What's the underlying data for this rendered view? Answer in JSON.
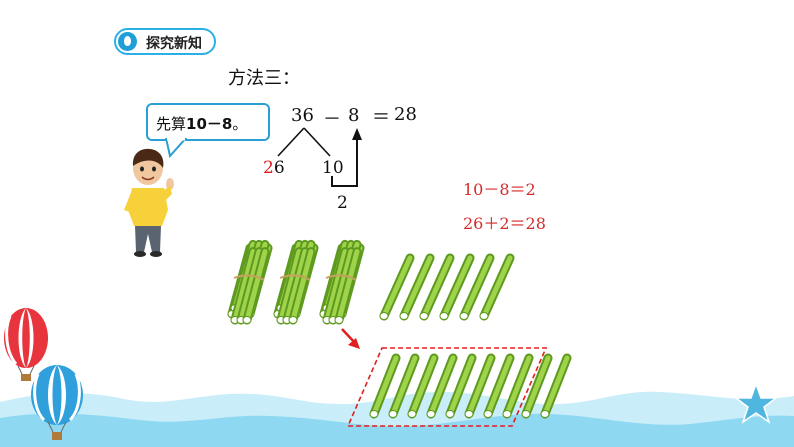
{
  "header": {
    "badge_label": "探究新知"
  },
  "method": {
    "title": "方法三："
  },
  "bubble": {
    "prefix": "先算",
    "expr": "10－8",
    "suffix": "。"
  },
  "equation": {
    "a": "36",
    "op": "－",
    "b": "8",
    "eq": "＝",
    "result": "28"
  },
  "split": {
    "tens_digit": "2",
    "ones_digit": "6",
    "ten": "10",
    "diff": "2"
  },
  "steps": {
    "step1": "10－8＝2",
    "step2": "26＋2＝28"
  },
  "bundles": {
    "count": 3
  },
  "single_sticks": {
    "top_row": 6,
    "bottom_row": 10,
    "boxed": 8
  },
  "colors": {
    "stick_green": "#9ed34a",
    "stick_dark": "#5e9a1f",
    "accent_red": "#e02020",
    "brand_blue": "#2aa8e0"
  }
}
